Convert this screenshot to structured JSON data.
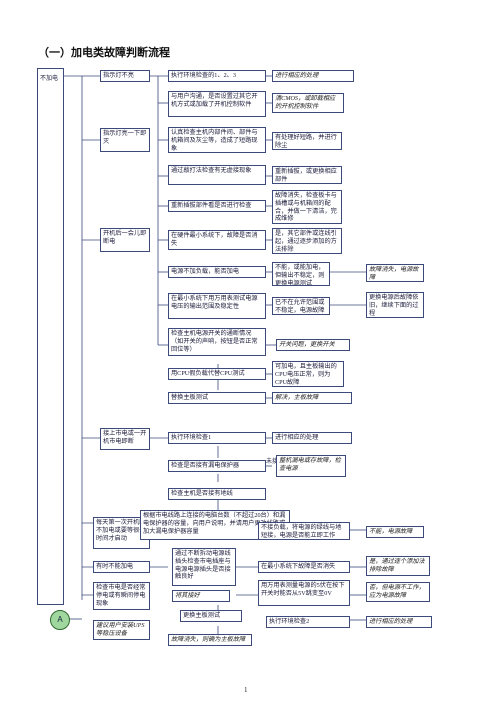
{
  "title": "（一）加电类故障判断流程",
  "side_label": "不加电",
  "circle_label": "A",
  "page_number": "1",
  "side_items": {
    "indicator_off": "指示灯不亮",
    "indicator_on": "指示灯亮一下即灭",
    "power_off_after": "开机后一会儿即断电",
    "power_on_press": "接上市电或一开机市电即断",
    "first_time": "每天第一次开机时不加电或要等很长时间才启动",
    "sometimes": "有时不能加电",
    "suggest_ups": "建议用户安装UPS等稳压设备",
    "check_power_outlet": "检查市电是否经常停电或有瞬间停电现象"
  },
  "boxes": {
    "b1": "执行环境检查的1、2、3",
    "b1r": "进行相应的处理",
    "b2": "与用户沟通，是否设置过其它开机方式或加载了开机控制软件",
    "b2r": "清CMOS，或卸载相应的开机控制软件",
    "b3": "认真检查主机内部件间、部件与机箱间及灰尘等，造成了短路现象",
    "b3r": "有处理好短路，并进行除尘",
    "b4": "通过敲打法检查有无虚接现象",
    "b4r": "重新插拔，或更换相应部件",
    "b5": "重新插拔部件看是否进行检查",
    "b5r": "故障消失，检查板卡与插槽或与机箱间的配合，并做一下清洁，完成维修",
    "b6": "在硬件最小系统下，故障是否消失",
    "b6r": "是，其它部件或连线引起，通过逐步添加的方法排除",
    "b7": "电源不加负载，能否加电",
    "b7r": "不能，或能加电，但输出不稳定，则更换电源测试",
    "b7rr": "故障消失，电源故障",
    "b8": "在最小系统下用万用表测试电源电压的输出范围及稳定性",
    "b8r": "已不在允许范围或不稳定，电源故障",
    "b8rr": "更换电源后故障依旧，继续下面的过程",
    "b9": "检查主机电源开关的通断情况（如开关的声响，按钮是否正常回位等）",
    "b9r": "开关问题，更换开关",
    "b10": "用CPU假负载代替CPU测试",
    "b10r": "可加电，且主板输出的CPU电压正常，则为CPU故障",
    "b11": "替换主板测试",
    "b11r": "解决，主板故障",
    "b12": "执行环境检查1",
    "b12r": "进行相应的处理",
    "b13": "检查是否接有漏电保护器",
    "b13mid": "未接",
    "b13r": "整机漏电或存故障，检查电源",
    "b14": "检查主机是否接有地线",
    "b15": "根据市电线路上连接的电脑台数（不超过20台）和漏电保护器的容量，向用户说明，并请用户更改线路或加大漏电保护器容量",
    "b16": "通过不断拆动电源线插头检查市电插座与电源电源插头是否接触良好",
    "b16r": "不接负载，将电源的绿线与地短接，电源是否能立即工作",
    "b16rr": "不能，电源故障",
    "b17": "在最小系统下故障是否消失",
    "b17r": "是，通过逐个添加法排除故障",
    "b18": "用万用表测量电源的5伏在按下开关时能否从5V跳变至0V",
    "b18r": "否，但电源不工作，应为电源故障",
    "b18l": "将其接好",
    "b19": "更换主板测试",
    "b20": "执行环境检查2",
    "b20r": "进行相应的处理",
    "b21": "故障消失，则确为主板故障"
  }
}
